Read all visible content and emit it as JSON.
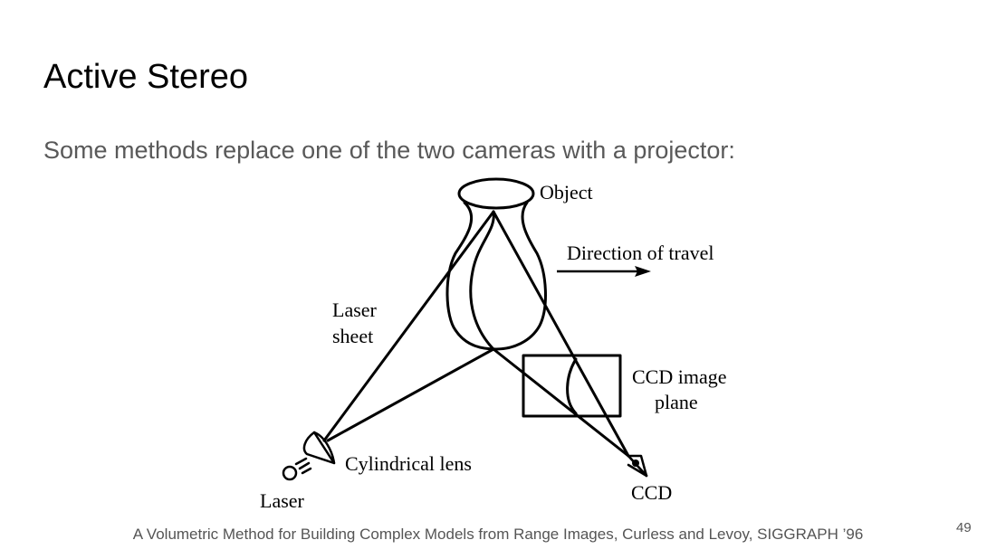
{
  "slide": {
    "title": "Active Stereo",
    "subtitle": "Some methods replace one of the two cameras with a projector:",
    "citation": "A Volumetric Method for Building Complex Models from Range Images, Curless and Levoy, SIGGRAPH ’96",
    "page_number": "49"
  },
  "diagram": {
    "labels": {
      "object": "Object",
      "direction": "Direction of travel",
      "laser_sheet_line1": "Laser",
      "laser_sheet_line2": "sheet",
      "ccd_plane_line1": "CCD image",
      "ccd_plane_line2": "plane",
      "cylindrical_lens": "Cylindrical lens",
      "laser": "Laser",
      "ccd": "CCD"
    },
    "icons": {
      "laser": "laser-source-icon",
      "lens": "cylindrical-lens-icon",
      "camera": "eye-camera-icon",
      "arrow": "arrow-right-icon"
    }
  }
}
